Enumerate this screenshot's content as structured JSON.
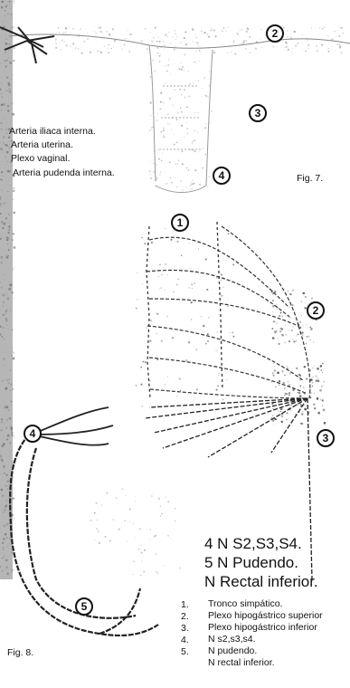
{
  "fig7": {
    "caption": "Fig. 7.",
    "labels": [
      "2",
      "3",
      "4"
    ],
    "legend": [
      "Arteria iliaca interna.",
      "Arteria uterina.",
      "Plexo vaginal.",
      "Arteria pudenda interna."
    ]
  },
  "fig8": {
    "caption": "Fig. 8.",
    "labels": [
      "1",
      "2",
      "3",
      "4",
      "5"
    ],
    "big_legend": [
      "4 N S2,S3,S4.",
      "5 N Pudendo.",
      "N Rectal inferior."
    ],
    "list_numbers": [
      "1.",
      "2.",
      "3.",
      "4.",
      "5."
    ],
    "list_items": [
      "Tronco simpático.",
      "Plexo hipogástrico superior",
      "Plexo hipogástrico inferior",
      "N s2,s3,s4.",
      "N pudendo.",
      "N rectal inferior."
    ]
  },
  "colors": {
    "ink": "#111111",
    "speckle": "#9a9a9a",
    "band": "#6e6e6e"
  }
}
